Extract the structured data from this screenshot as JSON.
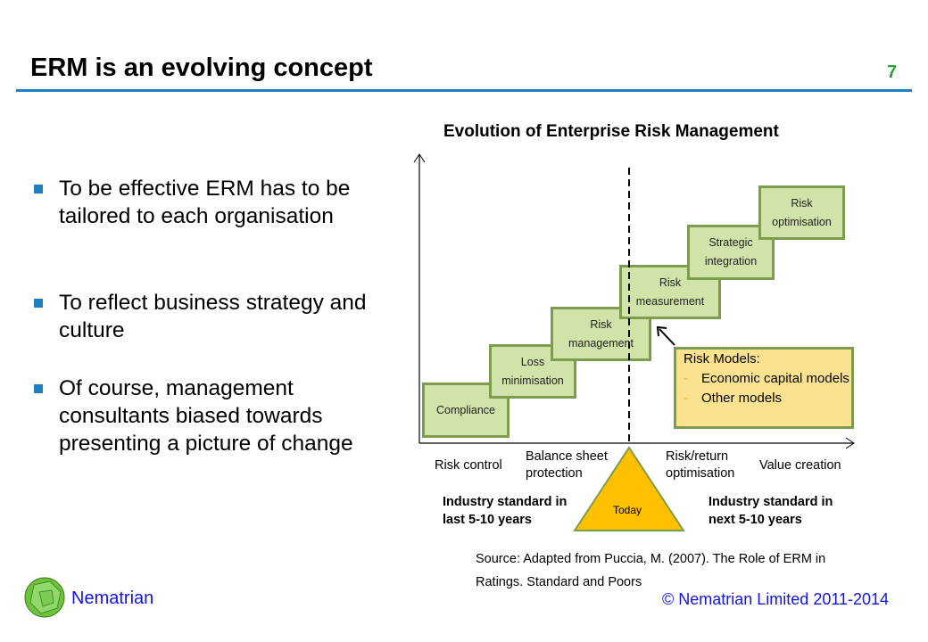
{
  "slide": {
    "title": "ERM is an evolving concept",
    "page_number": "7"
  },
  "bullets": [
    "To be effective ERM has to be tailored to each organisation",
    "To reflect business strategy and culture",
    "Of course, management consultants biased towards presenting a picture of change"
  ],
  "diagram": {
    "title": "Evolution of Enterprise Risk Management",
    "stages": [
      {
        "line1": "",
        "line2": "Compliance"
      },
      {
        "line1": "Loss",
        "line2": "minimisation"
      },
      {
        "line1": "Risk",
        "line2": "management"
      },
      {
        "line1": "Risk",
        "line2": "measurement"
      },
      {
        "line1": "Strategic",
        "line2": "integration"
      },
      {
        "line1": "Risk",
        "line2": "optimisation"
      }
    ],
    "callout": {
      "heading": "Risk Models:",
      "items": [
        "Economic capital models",
        "Other models"
      ]
    },
    "x_labels": [
      "Risk control",
      "Balance sheet protection",
      "Risk/return optimisation",
      "Value creation"
    ],
    "today_label": "Today",
    "left_note": "Industry standard in last 5-10 years",
    "right_note": "Industry standard in next 5-10 years",
    "source": "Source: Adapted from Puccia, M. (2007). The Role of ERM in Ratings. Standard and Poors"
  },
  "footer": {
    "brand": "Nematrian",
    "copyright": "© Nematrian Limited 2011-2014"
  },
  "colors": {
    "accent": "#1f7fc1",
    "box_fill": "#d0e3a8",
    "box_border": "#7d9c4e",
    "callout_fill": "#fbe28f",
    "today_fill": "#ffc000",
    "brand": "#1414e0"
  }
}
